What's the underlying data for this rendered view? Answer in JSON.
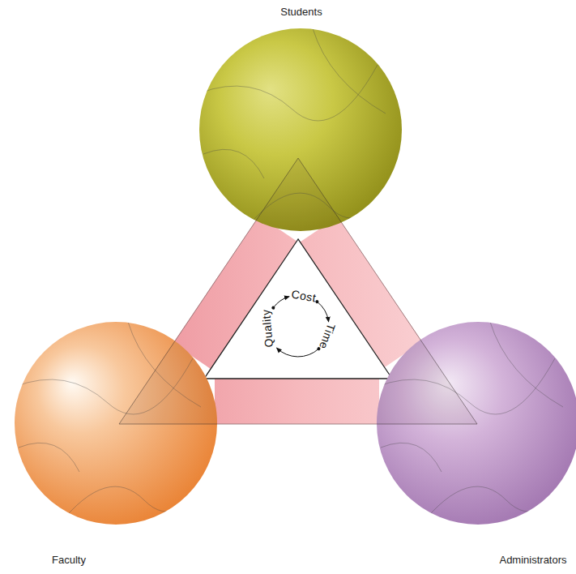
{
  "diagram": {
    "nodes": [
      {
        "text": [
          "Students"
        ]
      },
      {
        "text": [
          "Faculty"
        ]
      },
      {
        "text": [
          "Administrators"
        ]
      }
    ],
    "edges": [
      {
        "from": 0,
        "to": 2,
        "arrow": "none"
      },
      {
        "from": 2,
        "to": 1,
        "arrow": "none"
      },
      {
        "from": 1,
        "to": 0,
        "arrow": "none"
      }
    ],
    "labels": [
      "Cost",
      "Time",
      "Quality"
    ]
  }
}
